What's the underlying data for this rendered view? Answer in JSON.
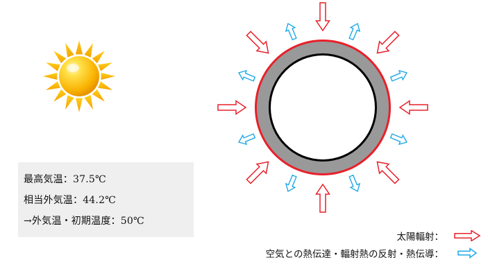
{
  "info": {
    "lines": [
      "最高気温：37.5℃",
      "相当外気温：44.2℃",
      "→外気温・初期温度：50℃"
    ]
  },
  "legend": {
    "solar_label": "太陽輻射：",
    "conv_label": "空気との熱伝達・輻射熱の反射・熱伝導："
  },
  "colors": {
    "solar_arrow": "#e8202a",
    "heat_arrow": "#1fa9e6",
    "pipe_outer": "#e8202a",
    "pipe_wall": "#999999",
    "pipe_inner": "#000000",
    "info_background": "#efefef"
  },
  "icons": {
    "sun": "sun-icon"
  }
}
